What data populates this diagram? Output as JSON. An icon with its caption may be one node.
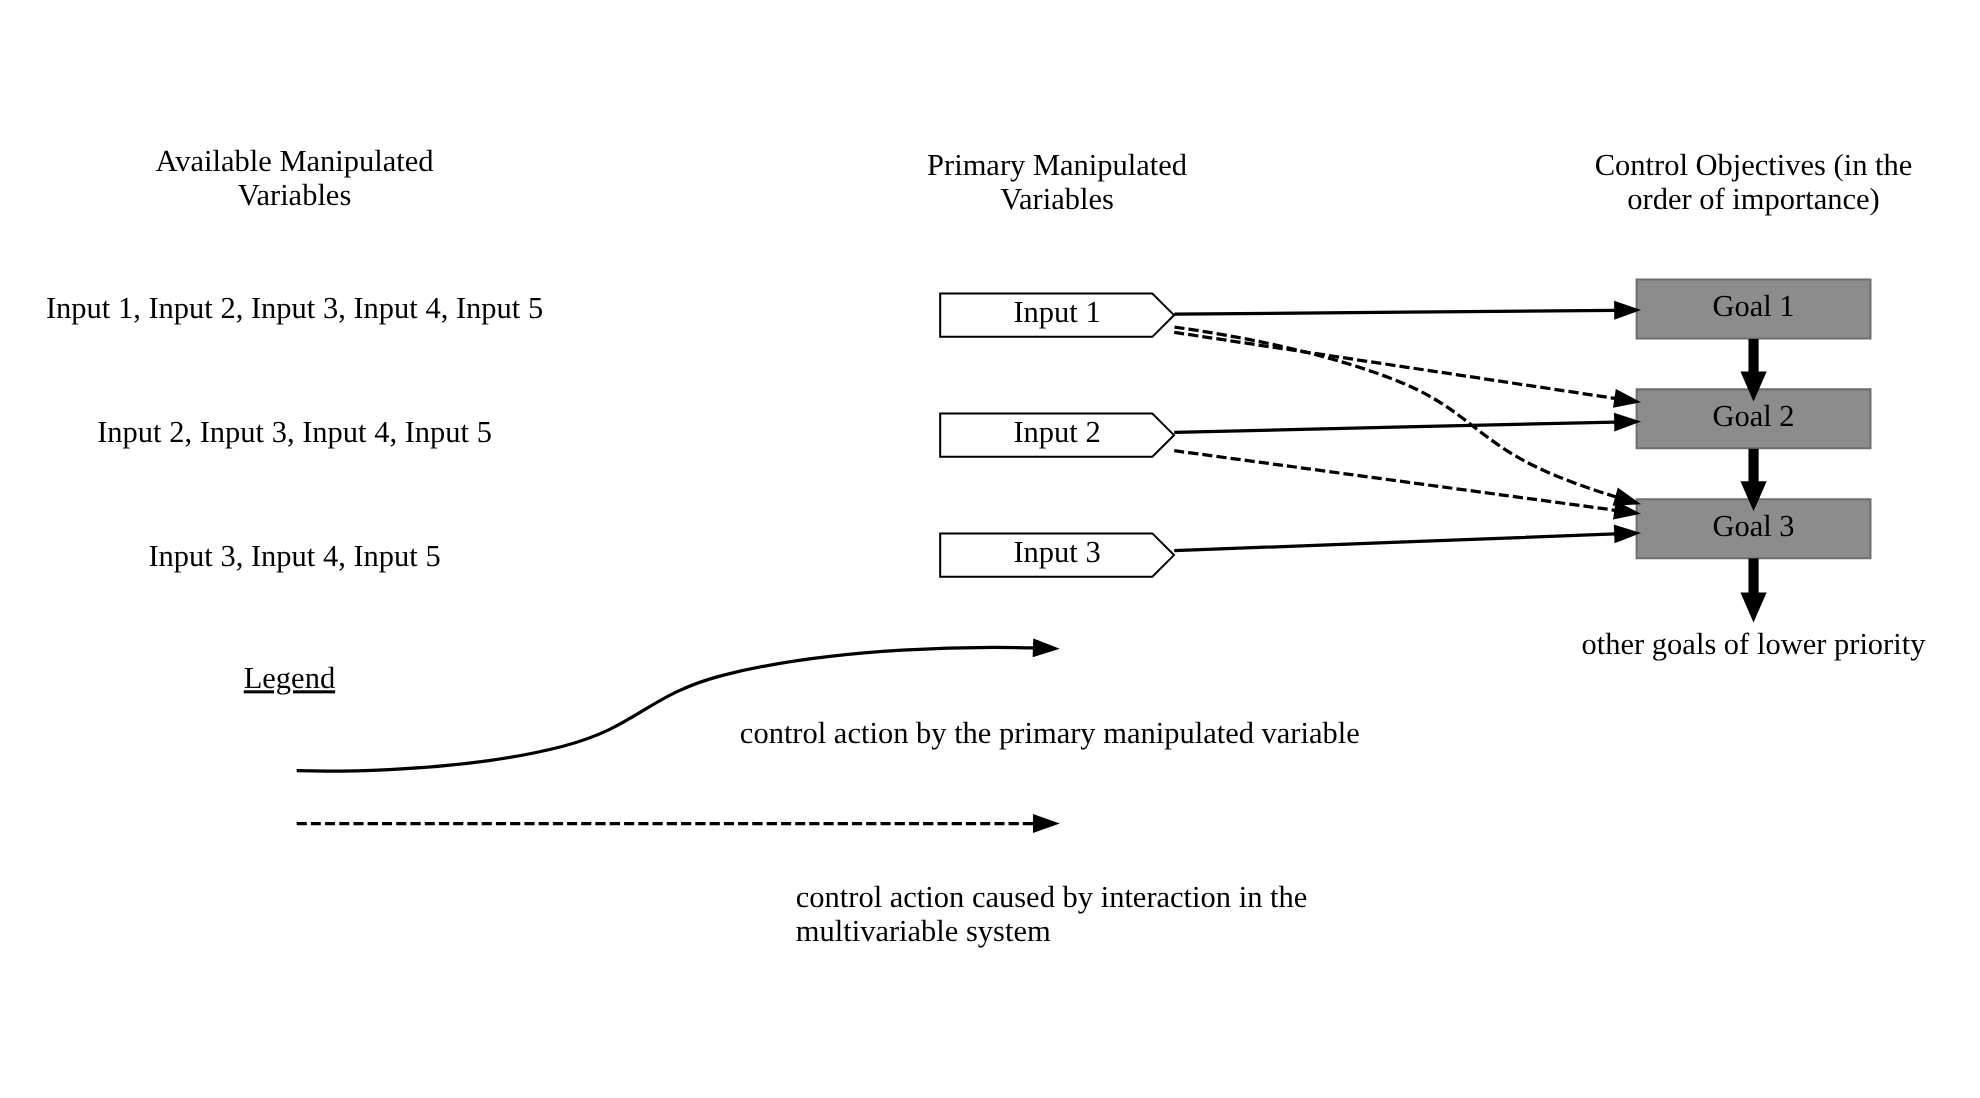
{
  "diagram": {
    "nodes": [
      {
        "text": [
          "Input 1"
        ]
      },
      {
        "text": [
          "Input 2"
        ]
      },
      {
        "text": [
          "Input 3"
        ]
      },
      {
        "text": [
          "Goal 1"
        ]
      },
      {
        "text": [
          "Goal 2"
        ]
      },
      {
        "text": [
          "Goal 3"
        ]
      },
      {
        "text": [
          "other goals of lower priority"
        ]
      }
    ],
    "edges": [
      {
        "from": 0,
        "to": 3,
        "arrow": "to"
      },
      {
        "from": 0,
        "to": 4,
        "arrow": "to",
        "style": "dashed"
      },
      {
        "from": 0,
        "to": 5,
        "arrow": "to",
        "style": "dashed"
      },
      {
        "from": 1,
        "to": 4,
        "arrow": "to"
      },
      {
        "from": 1,
        "to": 5,
        "arrow": "to",
        "style": "dashed"
      },
      {
        "from": 2,
        "to": 5,
        "arrow": "to"
      },
      {
        "from": 3,
        "to": 4,
        "arrow": "to",
        "style": "thick"
      },
      {
        "from": 4,
        "to": 5,
        "arrow": "to",
        "style": "thick"
      },
      {
        "from": 5,
        "to": 6,
        "arrow": "to",
        "style": "thick"
      }
    ],
    "labels": [
      "Available Manipulated Variables",
      "Primary Manipulated Variables",
      "Control Objectives (in the order of importance)",
      "Input 1, Input 2, Input 3, Input 4, Input 5",
      "Input 2, Input 3, Input 4, Input 5",
      "Input 3, Input 4, Input 5",
      "Legend"
    ],
    "legend": [
      {
        "text": "control action by the primary manipulated variable"
      },
      {
        "text": "control action caused by interaction in the multivariable system"
      }
    ]
  }
}
